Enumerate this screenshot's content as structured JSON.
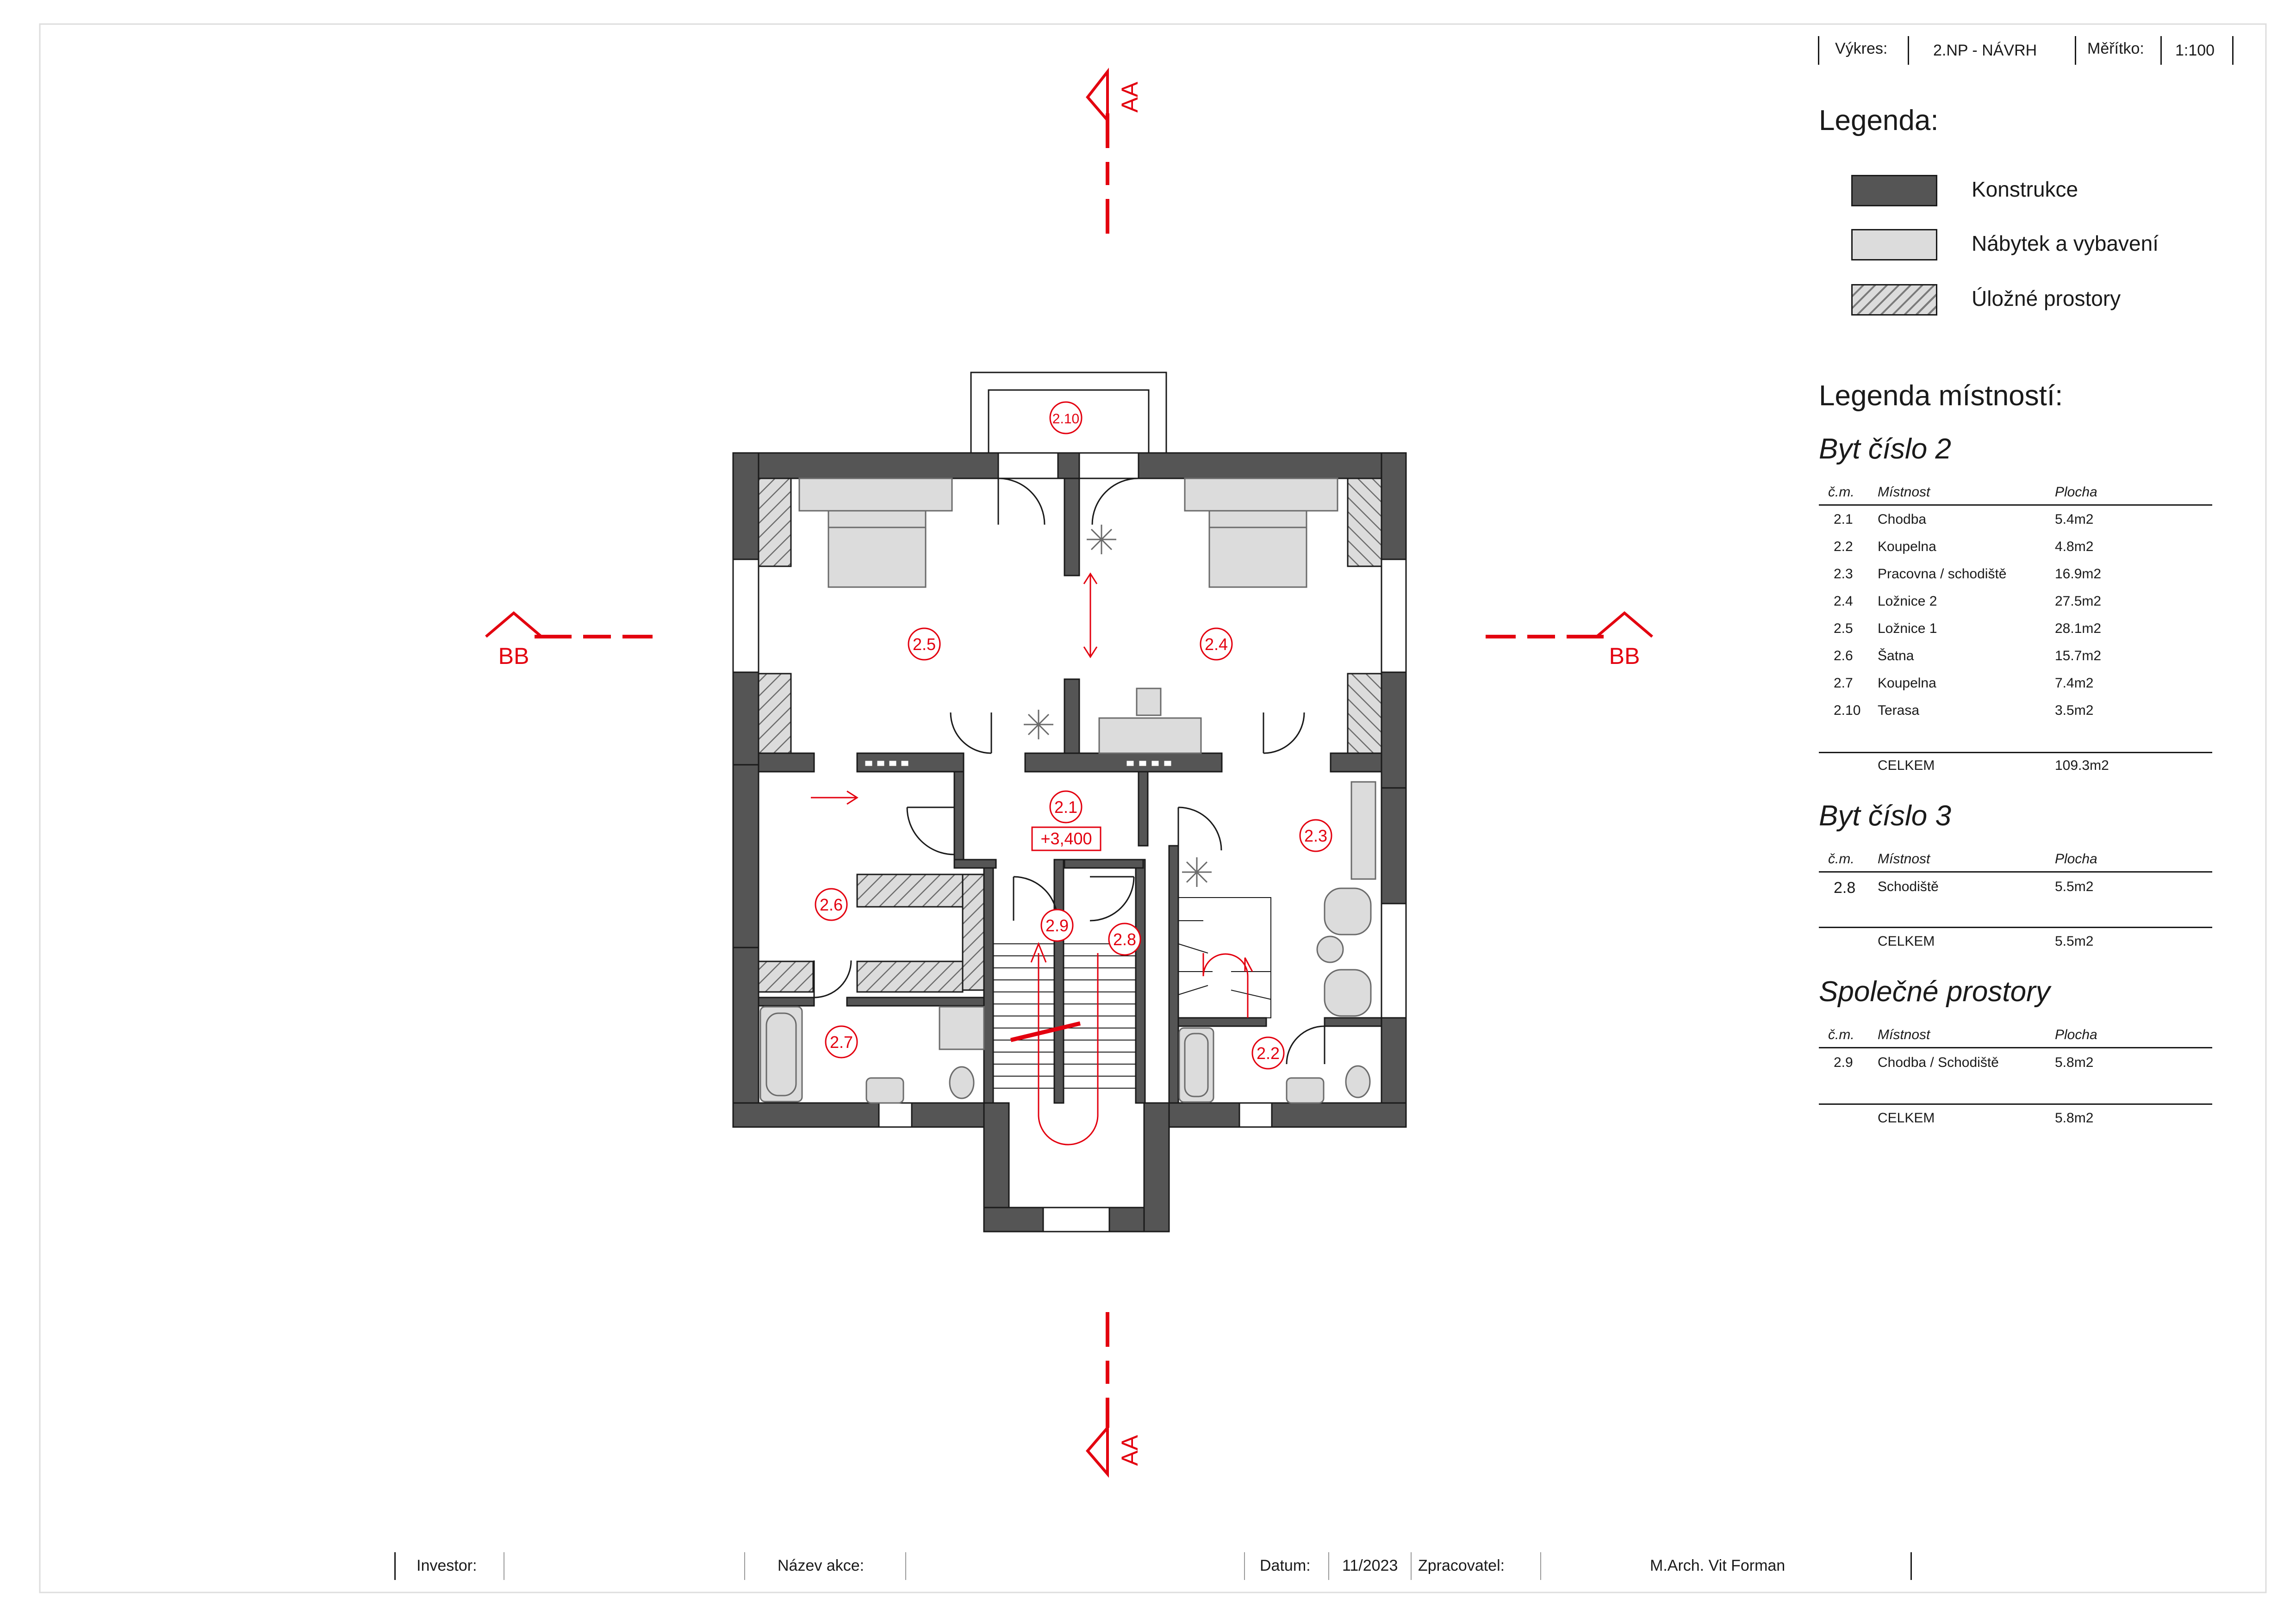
{
  "header": {
    "drawing_label": "Výkres:",
    "drawing_value": "2.NP - NÁVRH",
    "scale_label": "Měřítko:",
    "scale_value": "1:100"
  },
  "legend": {
    "title": "Legenda:",
    "items": [
      {
        "label": "Konstrukce",
        "style": "solid-dark",
        "color": "#555555"
      },
      {
        "label": "Nábytek a vybavení",
        "style": "solid-light",
        "color": "#dcdcdc"
      },
      {
        "label": "Úložné prostory",
        "style": "hatched",
        "color": "#bfbfbf"
      }
    ]
  },
  "rooms_legend": {
    "title": "Legenda místností:",
    "sections": [
      {
        "title": "Byt číslo 2",
        "headers": [
          "č.m.",
          "Místnost",
          "Plocha"
        ],
        "rows": [
          {
            "num": "2.1",
            "name": "Chodba",
            "area": "5.4m2"
          },
          {
            "num": "2.2",
            "name": "Koupelna",
            "area": "4.8m2"
          },
          {
            "num": "2.3",
            "name": "Pracovna / schodiště",
            "area": "16.9m2"
          },
          {
            "num": "2.4",
            "name": "Ložnice 2",
            "area": "27.5m2"
          },
          {
            "num": "2.5",
            "name": "Ložnice 1",
            "area": "28.1m2"
          },
          {
            "num": "2.6",
            "name": "Šatna",
            "area": "15.7m2"
          },
          {
            "num": "2.7",
            "name": "Koupelna",
            "area": "7.4m2"
          },
          {
            "num": "2.10",
            "name": "Terasa",
            "area": "3.5m2"
          }
        ],
        "total_label": "CELKEM",
        "total_value": "109.3m2"
      },
      {
        "title": "Byt číslo 3",
        "headers": [
          "č.m.",
          "Místnost",
          "Plocha"
        ],
        "rows": [
          {
            "num": "2.8",
            "name": "Schodiště",
            "area": "5.5m2"
          }
        ],
        "total_label": "CELKEM",
        "total_value": "5.5m2"
      },
      {
        "title": "Společné prostory",
        "headers": [
          "č.m.",
          "Místnost",
          "Plocha"
        ],
        "rows": [
          {
            "num": "2.9",
            "name": "Chodba / Schodiště",
            "area": "5.8m2"
          }
        ],
        "total_label": "CELKEM",
        "total_value": "5.8m2"
      }
    ]
  },
  "plan": {
    "room_tags": [
      "2.1",
      "2.2",
      "2.3",
      "2.4",
      "2.5",
      "2.6",
      "2.7",
      "2.8",
      "2.9",
      "2.10"
    ],
    "level_mark": "+3,400",
    "section_aa": "AA",
    "section_bb": "BB",
    "colors": {
      "wall": "#555555",
      "furniture": "#dcdcdc",
      "accent_red": "#e3000f"
    }
  },
  "footer": {
    "investor_label": "Investor:",
    "investor_value": "",
    "project_label": "Název akce:",
    "project_value": "",
    "date_label": "Datum:",
    "date_value": "11/2023",
    "author_label": "Zpracovatel:",
    "author_value": "M.Arch. Vit Forman"
  }
}
